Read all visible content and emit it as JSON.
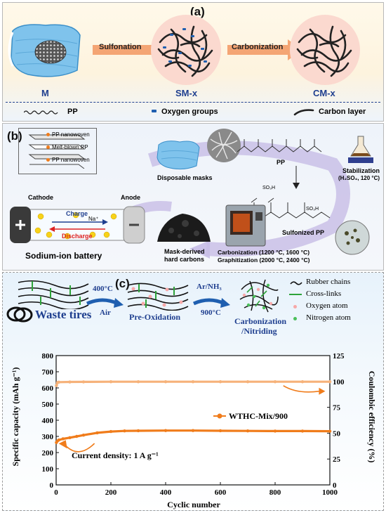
{
  "panel_a": {
    "label": "(a)",
    "stages": [
      "M",
      "SM-x",
      "CM-x"
    ],
    "arrow1": "Sulfonation",
    "arrow2": "Carbonization",
    "legend": [
      "PP",
      "Oxygen groups",
      "Carbon layer"
    ]
  },
  "panel_b": {
    "label": "(b)",
    "layers": [
      "PP nanowoven",
      "Melt-blown PP",
      "PP nanowoven"
    ],
    "masks": "Disposable masks",
    "pp": "PP",
    "stab_line1": "Stabilization",
    "stab_line2": "(H₂SO₄, 120 °C)",
    "so3h": "SO₃H",
    "sulfonized": "Sulfonized PP",
    "cathode": "Cathode",
    "anode": "Anode",
    "charge": "Charge",
    "discharge": "Discharge",
    "na": "Na⁺",
    "battery": "Sodium-ion battery",
    "hc_line1": "Mask-derived",
    "hc_line2": "hard carbons",
    "carb": "Carbonization (1200 °C, 1600 °C)",
    "graph": "Graphitization (2000 °C, 2400 °C)"
  },
  "panel_c": {
    "label": "(c)",
    "waste": "Waste tires",
    "t400": "400°C",
    "air": "Air",
    "arnh3": "Ar/NH₃",
    "t900": "900°C",
    "preox": "Pre-Oxidation",
    "carbn1": "Carbonization",
    "carbn2": "/Nitriding",
    "legend": [
      "Rubber chains",
      "Cross-links",
      "Oxygen atom",
      "Nitrogen atom"
    ],
    "series_label": "WTHC-Mix/900",
    "current": "Current density: 1 A g⁻¹"
  },
  "colors": {
    "orange": "#f07c1b",
    "capacity": "#f07c1b",
    "ce": "#f6b27a",
    "arrow": "#f4a574",
    "navy": "#1f3f8f",
    "green": "#2ea33a"
  },
  "chart_data": {
    "type": "scatter",
    "xlabel": "Cyclic number",
    "ylabel": "Specific capacity (mAh g⁻¹)",
    "y2label": "Coulombic efficiency (%)",
    "xlim": [
      0,
      1000
    ],
    "ylim": [
      0,
      800
    ],
    "y2lim": [
      0,
      125
    ],
    "xticks": [
      0,
      200,
      400,
      600,
      800,
      1000
    ],
    "yticks": [
      0,
      100,
      200,
      300,
      400,
      500,
      600,
      700,
      800
    ],
    "y2ticks": [
      0,
      25,
      50,
      75,
      100,
      125
    ],
    "series": [
      {
        "name": "WTHC-Mix/900",
        "axis": "left",
        "x": [
          1,
          5,
          10,
          25,
          50,
          75,
          100,
          150,
          200,
          250,
          300,
          400,
          500,
          600,
          700,
          800,
          900,
          1000
        ],
        "y": [
          262,
          272,
          278,
          285,
          292,
          300,
          308,
          322,
          330,
          334,
          335,
          336,
          336,
          335,
          334,
          333,
          333,
          332
        ]
      },
      {
        "axis": "right",
        "x": [
          1,
          5,
          10,
          50,
          100,
          200,
          300,
          400,
          500,
          600,
          700,
          800,
          900,
          1000
        ],
        "y": [
          96,
          99,
          99.3,
          99.5,
          99.6,
          99.7,
          99.7,
          99.7,
          99.7,
          99.7,
          99.7,
          99.7,
          99.7,
          99.7
        ]
      }
    ]
  }
}
